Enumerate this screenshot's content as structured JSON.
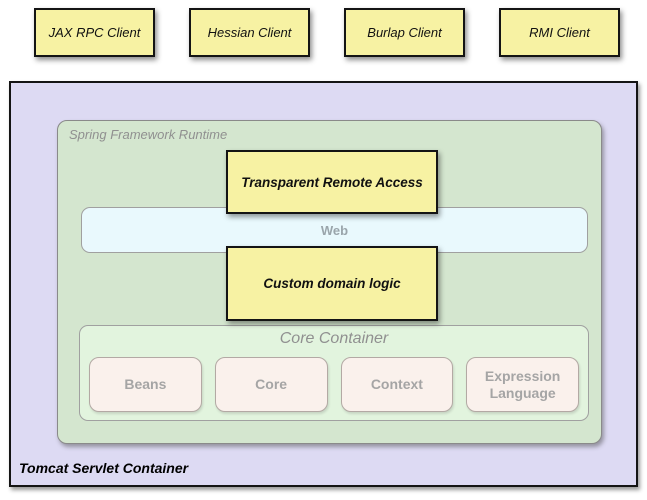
{
  "colors": {
    "yellow": "#f7f2a3",
    "lavender": "#dddaf3",
    "green": "#d4e6cf",
    "core-bg": "#e2f4de",
    "web-bg": "#e9f9fd",
    "module-bg": "#faf1ec",
    "black-border": "#141414",
    "green-border": "#8a8a8a",
    "rounded-border": "#a0a0a0",
    "module-border": "#b3a9a4",
    "gray-text": "#909090",
    "web-text": "#9aa5ab",
    "module-text": "#a5a5a5"
  },
  "clients": {
    "items": [
      {
        "label": "JAX RPC Client"
      },
      {
        "label": "Hessian Client"
      },
      {
        "label": "Burlap Client"
      },
      {
        "label": "RMI Client"
      }
    ]
  },
  "tomcat": {
    "label": "Tomcat Servlet Container"
  },
  "spring_runtime": {
    "label": "Spring Framework Runtime"
  },
  "remote_access": {
    "label": "Transparent Remote Access"
  },
  "web": {
    "label": "Web"
  },
  "domain_logic": {
    "label": "Custom domain logic"
  },
  "core_container": {
    "label": "Core Container",
    "modules": [
      {
        "label": "Beans"
      },
      {
        "label": "Core"
      },
      {
        "label": "Context"
      },
      {
        "label": "Expression Language"
      }
    ]
  }
}
